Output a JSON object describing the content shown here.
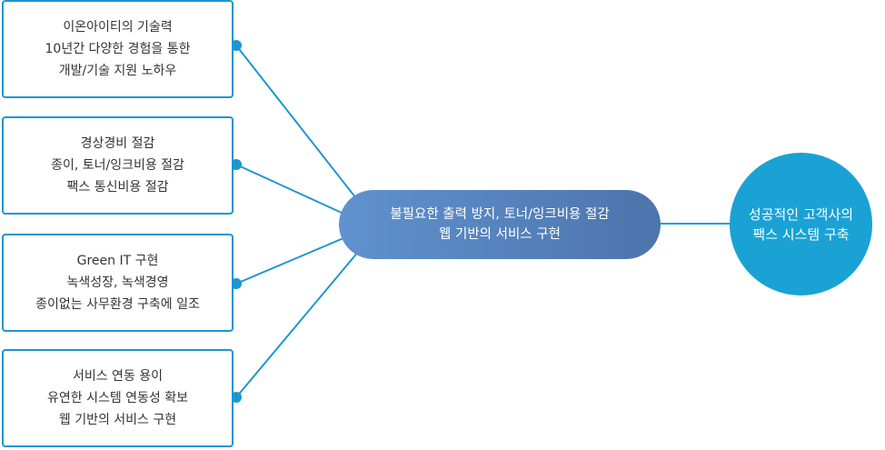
{
  "colors": {
    "accent": "#1c95d3",
    "hub": "#5a86c2",
    "goal": "#1aa2d4"
  },
  "boxes": [
    {
      "lines": [
        "이온아이티의 기술력",
        "10년간 다양한 경험을 통한",
        "개발/기술 지원 노하우"
      ]
    },
    {
      "lines": [
        "경상경비 절감",
        "종이, 토너/잉크비용 절감",
        "팩스 통신비용 절감"
      ]
    },
    {
      "lines": [
        "Green IT 구현",
        "녹색성장, 녹색경영",
        "종이없는 사무환경 구축에 일조"
      ]
    },
    {
      "lines": [
        "서비스 연동 용이",
        "유연한 시스템 연동성 확보",
        "웹 기반의 서비스 구현"
      ]
    }
  ],
  "hub": {
    "lines": [
      "불필요한 출력 방지, 토너/잉크비용 절감",
      "웹 기반의 서비스 구현"
    ]
  },
  "goal": {
    "lines": [
      "성공적인 고객사의",
      "팩스 시스템 구축"
    ]
  }
}
